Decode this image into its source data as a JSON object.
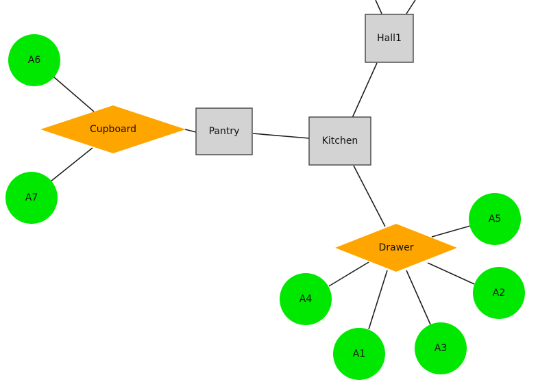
{
  "graph": {
    "colors": {
      "room_fill": "#d3d3d3",
      "room_border": "#444444",
      "container_fill": "#ffa500",
      "item_fill": "#00e800",
      "edge": "#1f1f1f"
    },
    "nodes": [
      {
        "id": "hall1",
        "label": "Hall1",
        "kind": "room"
      },
      {
        "id": "kitchen",
        "label": "Kitchen",
        "kind": "room"
      },
      {
        "id": "pantry",
        "label": "Pantry",
        "kind": "room"
      },
      {
        "id": "cupboard",
        "label": "Cupboard",
        "kind": "container"
      },
      {
        "id": "drawer",
        "label": "Drawer",
        "kind": "container"
      },
      {
        "id": "a1",
        "label": "A1",
        "kind": "item"
      },
      {
        "id": "a2",
        "label": "A2",
        "kind": "item"
      },
      {
        "id": "a3",
        "label": "A3",
        "kind": "item"
      },
      {
        "id": "a4",
        "label": "A4",
        "kind": "item"
      },
      {
        "id": "a5",
        "label": "A5",
        "kind": "item"
      },
      {
        "id": "a6",
        "label": "A6",
        "kind": "item"
      },
      {
        "id": "a7",
        "label": "A7",
        "kind": "item"
      }
    ],
    "edges": [
      {
        "from": "hall1",
        "to": "kitchen"
      },
      {
        "from": "kitchen",
        "to": "pantry"
      },
      {
        "from": "kitchen",
        "to": "drawer"
      },
      {
        "from": "pantry",
        "to": "cupboard"
      },
      {
        "from": "cupboard",
        "to": "a6"
      },
      {
        "from": "cupboard",
        "to": "a7"
      },
      {
        "from": "drawer",
        "to": "a5"
      },
      {
        "from": "drawer",
        "to": "a2"
      },
      {
        "from": "drawer",
        "to": "a3"
      },
      {
        "from": "drawer",
        "to": "a1"
      },
      {
        "from": "drawer",
        "to": "a4"
      }
    ]
  }
}
